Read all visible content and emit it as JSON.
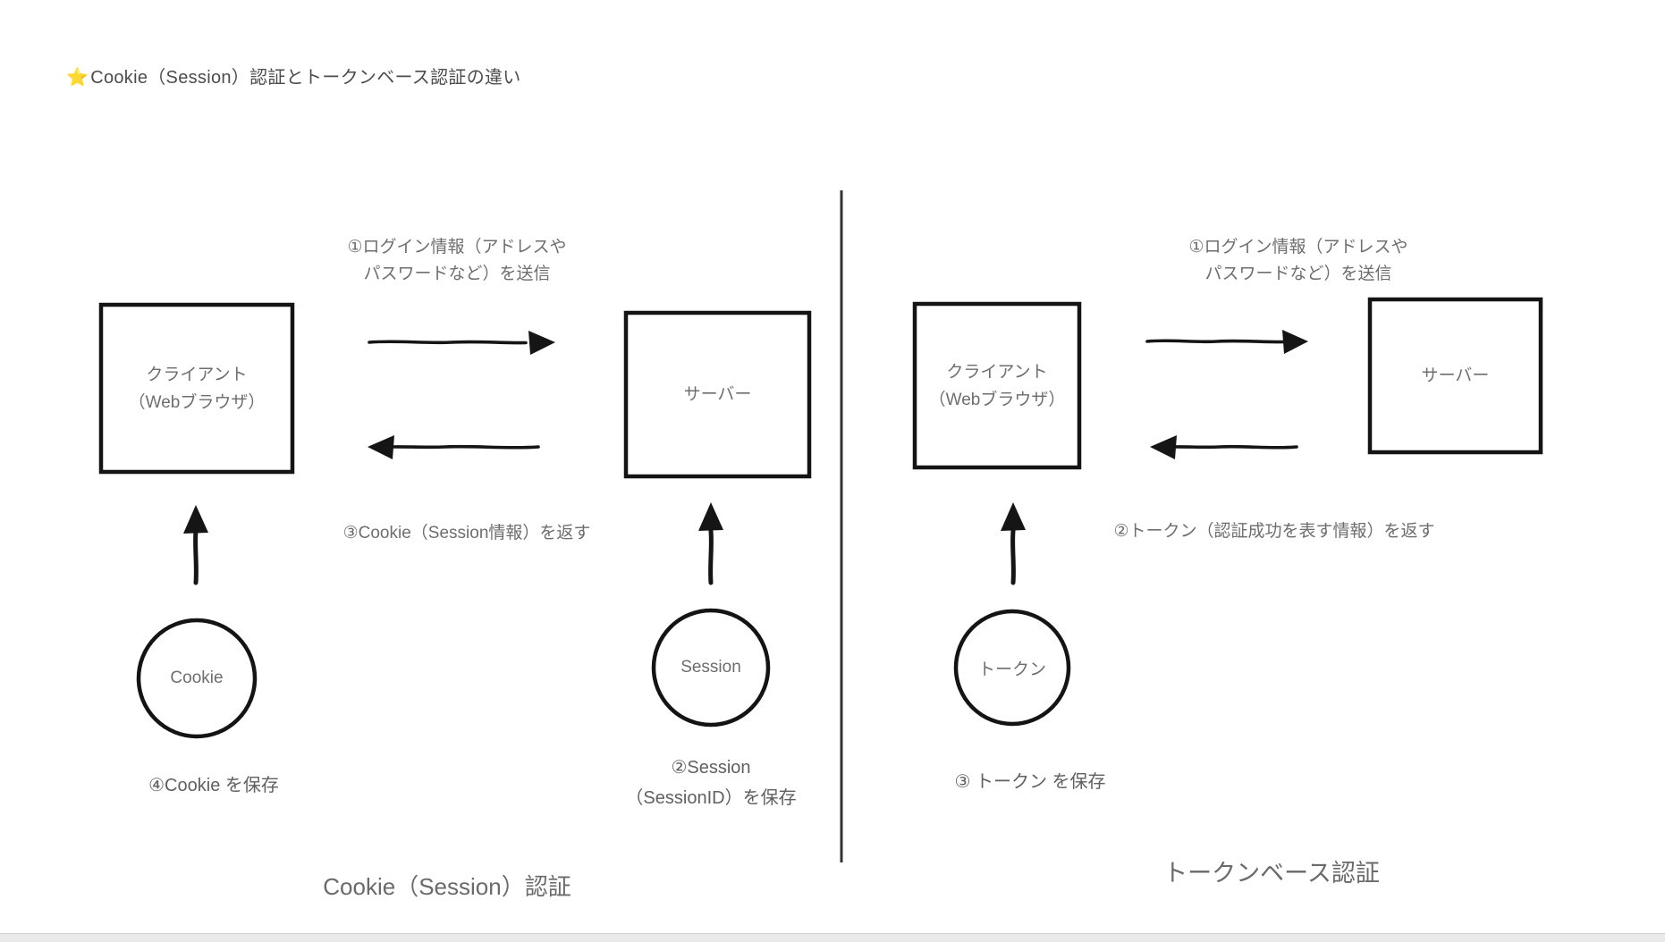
{
  "page": {
    "title_icon": "⭐",
    "title": "Cookie（Session）認証とトークンベース認証の違い"
  },
  "colors": {
    "ink": "#1a1a1a",
    "text_gray": "#6e6e6e"
  },
  "left": {
    "caption": "Cookie（Session）認証",
    "client_box_line1": "クライアント",
    "client_box_line2": "（Webブラウザ）",
    "server_box_label": "サーバー",
    "arrow_top_label_line1": "①ログイン情報（アドレスや",
    "arrow_top_label_line2": "パスワードなど）を送信",
    "arrow_bottom_label": "③Cookie（Session情報）を返す",
    "cookie_circle_label": "Cookie",
    "cookie_caption": "④Cookie を保存",
    "session_circle_label": "Session",
    "session_caption_line1": "②Session",
    "session_caption_line2": "（SessionID）を保存"
  },
  "right": {
    "caption": "トークンベース認証",
    "client_box_line1": "クライアント",
    "client_box_line2": "（Webブラウザ）",
    "server_box_label": "サーバー",
    "arrow_top_label_line1": "①ログイン情報（アドレスや",
    "arrow_top_label_line2": "パスワードなど）を送信",
    "arrow_bottom_label": "②トークン（認証成功を表す情報）を返す",
    "token_circle_label": "トークン",
    "token_caption": "③ トークン を保存"
  }
}
